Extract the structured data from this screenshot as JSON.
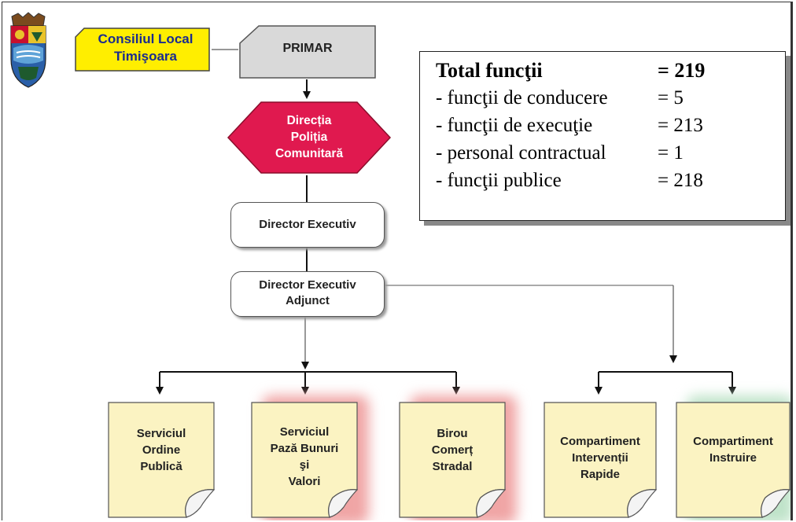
{
  "nodes": {
    "council": "Consiliul Local Timişoara",
    "council_lines": [
      "Consiliul Local",
      "Timişoara"
    ],
    "mayor": "PRIMAR",
    "directorate_lines": [
      "Direcția",
      "Poliția",
      "Comunitară"
    ],
    "director": "Director Executiv",
    "deputy_lines": [
      "Director Executiv",
      "Adjunct"
    ],
    "departments": [
      {
        "lines": [
          "Serviciul",
          "Ordine",
          "Publică"
        ],
        "glow": "none"
      },
      {
        "lines": [
          "Serviciul",
          "Pază Bunuri",
          "şi",
          "Valori"
        ],
        "glow": "#f0a5a5"
      },
      {
        "lines": [
          "Birou",
          "Comerț",
          "Stradal"
        ],
        "glow": "#f0a5a5"
      },
      {
        "lines": [
          "Compartiment",
          "Intervenții",
          "Rapide"
        ],
        "glow": "none"
      },
      {
        "lines": [
          "Compartiment",
          "Instruire"
        ],
        "glow": "#bfe3c9"
      }
    ]
  },
  "totals": {
    "rows": [
      {
        "label": "Total funcţii",
        "value": "= 219",
        "bold": true
      },
      {
        "label": "- funcţii de conducere",
        "value": "= 5",
        "bold": false
      },
      {
        "label": "- funcţii de execuţie",
        "value": "= 213",
        "bold": false
      },
      {
        "label": "- personal contractual",
        "value": "= 1",
        "bold": false
      },
      {
        "label": "- funcţii publice",
        "value": "= 218",
        "bold": false
      }
    ]
  },
  "colors": {
    "council_fill": "#ffee00",
    "mayor_fill": "#d9d9d9",
    "directorate_fill": "#e0194f",
    "note_fill": "#fbf3c2",
    "note_text": "#222222"
  },
  "icons": {
    "crest": "coat-of-arms-icon"
  }
}
